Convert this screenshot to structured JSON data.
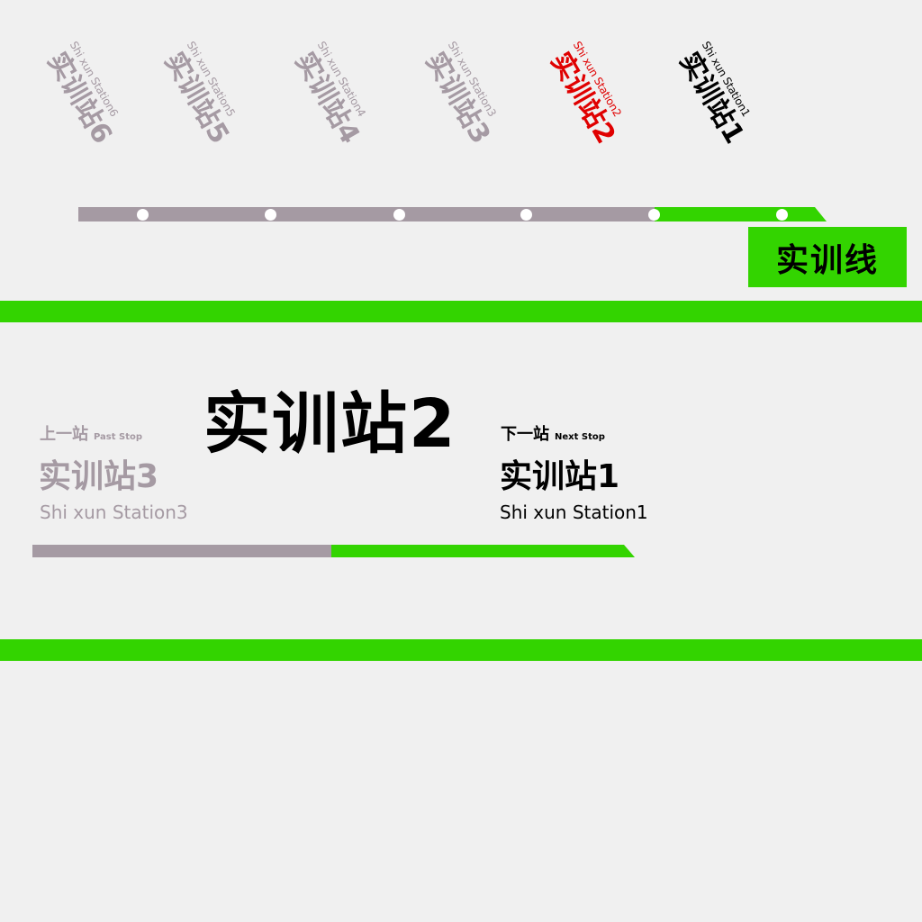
{
  "colors": {
    "line_green": "#33d400",
    "passed_gray": "#a59aa3",
    "current_red": "#e00000",
    "next_black": "#000000",
    "background": "#f0f0f0"
  },
  "route_map": {
    "stations": [
      {
        "zh": "实训站6",
        "en": "Shi xun Station6",
        "status": "passed"
      },
      {
        "zh": "实训站5",
        "en": "Shi xun Station5",
        "status": "passed"
      },
      {
        "zh": "实训站4",
        "en": "Shi xun Station4",
        "status": "passed"
      },
      {
        "zh": "实训站3",
        "en": "Shi xun Station3",
        "status": "passed"
      },
      {
        "zh": "实训站2",
        "en": "Shi xun Station2",
        "status": "current"
      },
      {
        "zh": "实训站1",
        "en": "Shi xun Station1",
        "status": "upcoming"
      }
    ]
  },
  "line": {
    "name": "实训线"
  },
  "current": {
    "zh": "实训站2"
  },
  "previous": {
    "label_zh": "上一站",
    "label_en": "Past Stop",
    "zh": "实训站3",
    "en": "Shi xun Station3"
  },
  "next": {
    "label_zh": "下一站",
    "label_en": "Next Stop",
    "zh": "实训站1",
    "en": "Shi xun Station1"
  }
}
